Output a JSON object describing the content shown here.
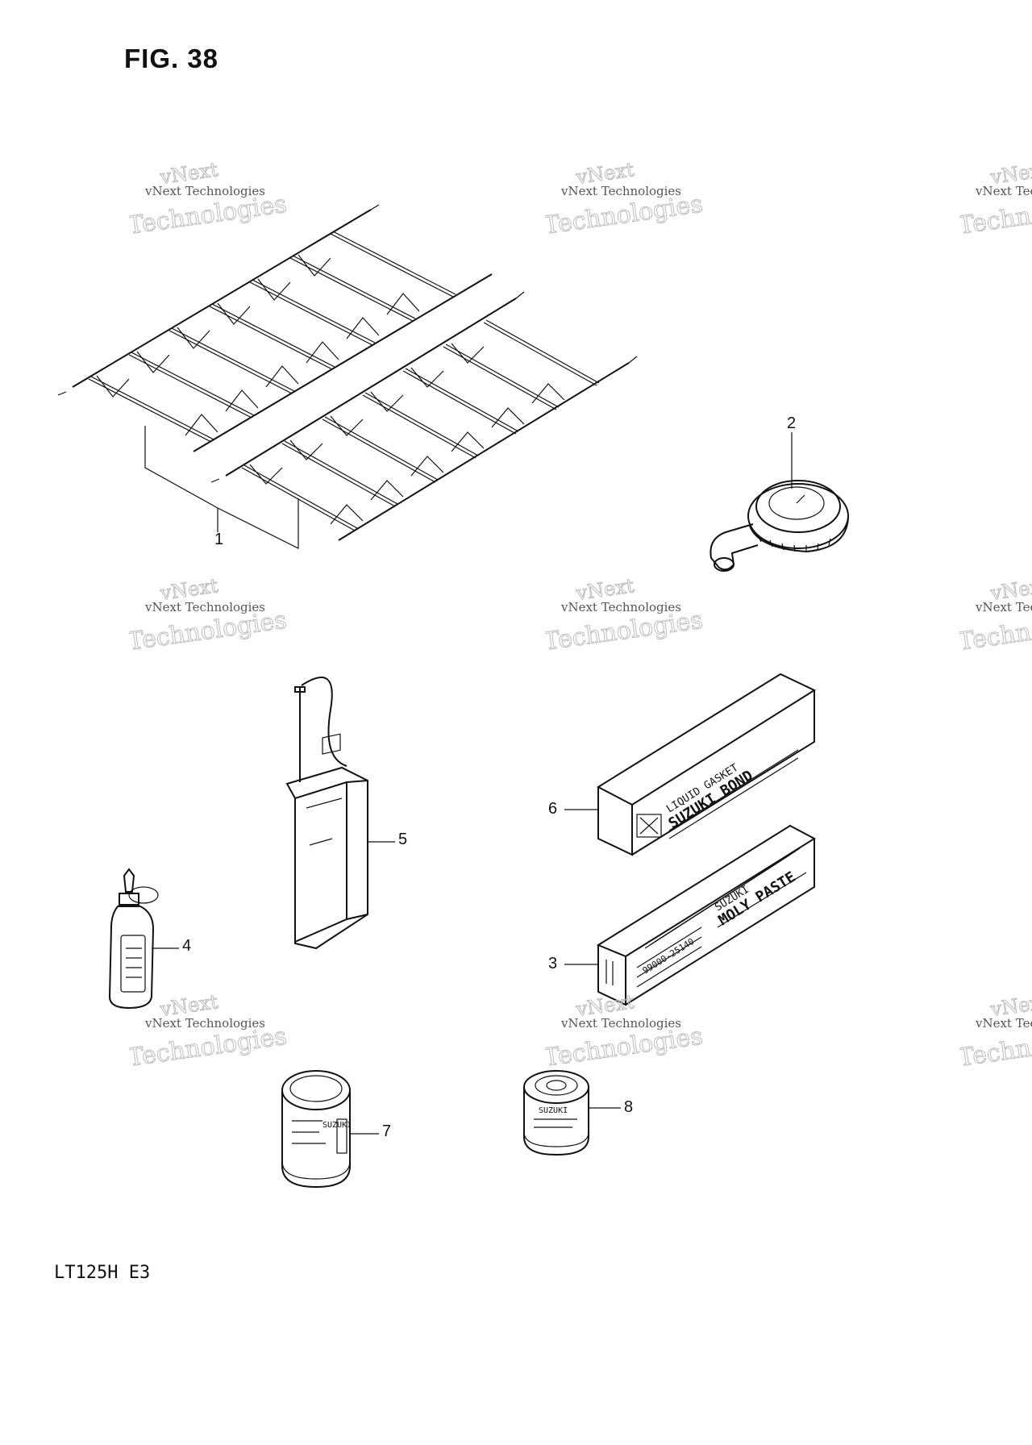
{
  "figure": {
    "title": "FIG. 38",
    "model_code": "LT125H E3"
  },
  "callouts": {
    "c1": "1",
    "c2": "2",
    "c3": "3",
    "c4": "4",
    "c5": "5",
    "c6": "6",
    "c7": "7",
    "c8": "8"
  },
  "watermark": {
    "small": "vNext Technologies",
    "big_top": "vNext",
    "big_bottom": "Technologies"
  },
  "labels": {
    "bond_line1": "LIQUID GASKET",
    "bond_line2": "SUZUKI BOND",
    "paste_line1": "SUZUKI",
    "paste_line2": "MOLY PASTE",
    "paste_partno": "99000-25140",
    "can7_text": "SUZUKI",
    "can8_text": "SUZUKI"
  }
}
